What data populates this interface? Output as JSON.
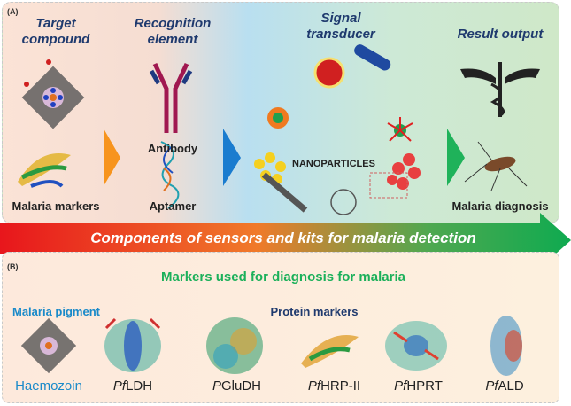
{
  "panel_a": {
    "tag": "(A)",
    "headings": {
      "target": "Target compound",
      "recognition": "Recognition element",
      "signal": "Signal transducer",
      "result": "Result output"
    },
    "labels": {
      "antibody": "Antibody",
      "aptamer": "Aptamer",
      "nanoparticles": "NANOPARTICLES",
      "malaria_markers": "Malaria markers",
      "malaria_diagnosis": "Malaria diagnosis"
    }
  },
  "banner": {
    "text": "Components of sensors and kits for malaria detection"
  },
  "panel_b": {
    "tag": "(B)",
    "title": "Markers used for diagnosis for malaria",
    "malaria_pigment": "Malaria pigment",
    "protein_markers": "Protein markers",
    "markers": [
      {
        "prefix": "",
        "name": "Haemozoin"
      },
      {
        "prefix": "Pf",
        "name": "LDH"
      },
      {
        "prefix": "P",
        "name": "GluDH"
      },
      {
        "prefix": "Pf",
        "name": "HRP-II"
      },
      {
        "prefix": "Pf",
        "name": "HPRT"
      },
      {
        "prefix": "Pf",
        "name": "ALD"
      }
    ]
  },
  "colors": {
    "heading": "#1f3a6e",
    "green_title": "#1bb05a",
    "pigment": "#1a8ac9"
  }
}
